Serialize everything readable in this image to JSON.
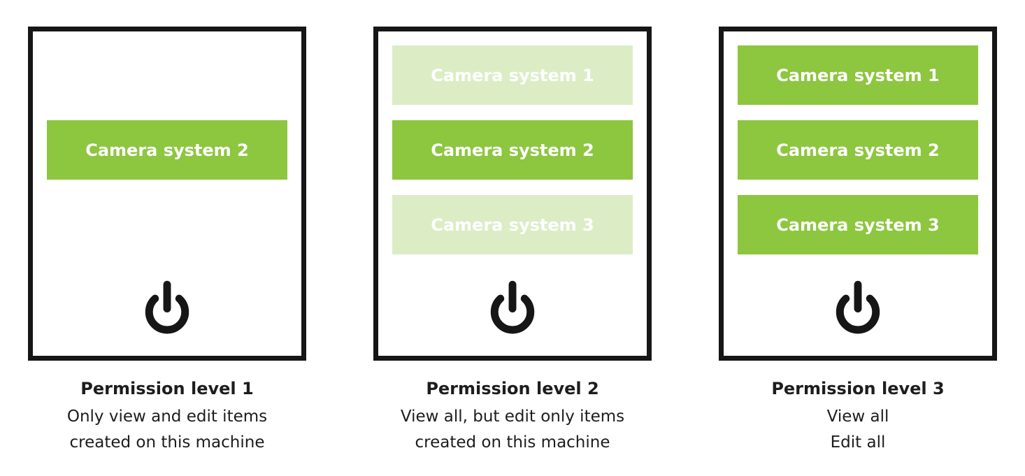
{
  "colors": {
    "green": "#8dc63f",
    "green-faded": "#dcedc5",
    "border": "#161616",
    "text": "#1d1d1d"
  },
  "panels": [
    {
      "slots": [
        {
          "label": "",
          "state": "hidden"
        },
        {
          "label": "Camera system 2",
          "state": "active"
        },
        {
          "label": "",
          "state": "hidden"
        }
      ],
      "caption_title": "Permission level 1",
      "caption_lines": [
        "Only view and edit items",
        "created on this machine"
      ]
    },
    {
      "slots": [
        {
          "label": "Camera system 1",
          "state": "faded"
        },
        {
          "label": "Camera system 2",
          "state": "active"
        },
        {
          "label": "Camera system 3",
          "state": "faded"
        }
      ],
      "caption_title": "Permission level 2",
      "caption_lines": [
        "View all, but edit only items",
        "created on this machine"
      ]
    },
    {
      "slots": [
        {
          "label": "Camera system 1",
          "state": "active"
        },
        {
          "label": "Camera system 2",
          "state": "active"
        },
        {
          "label": "Camera system 3",
          "state": "active"
        }
      ],
      "caption_title": "Permission level 3",
      "caption_lines": [
        "View all",
        "Edit all"
      ]
    }
  ]
}
